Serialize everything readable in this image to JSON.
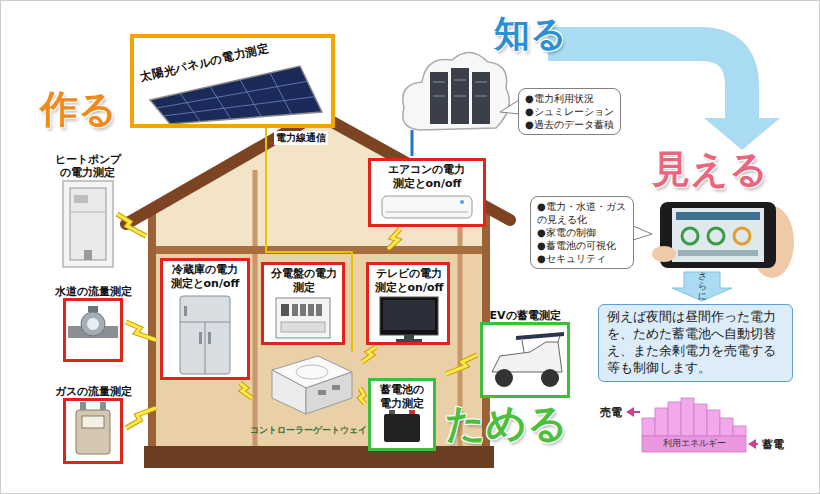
{
  "diagram": {
    "nodes": [
      {
        "text": [
          "太陽光パネルの電力測定"
        ]
      },
      {
        "text": [
          "●電力利用状況",
          "●シュミレーション",
          "●過去のデータ蓄積"
        ]
      },
      {
        "text": [
          "ヒートポンプ の電力測定"
        ]
      },
      {
        "text": [
          "エアコンの電力 測定とon/off"
        ]
      },
      {
        "text": [
          "●電力・水道・ガス の見える化",
          "●家電の制御",
          "●蓄電池の可視化",
          "●セキュリティ"
        ]
      },
      {
        "text": [
          "冷蔵庫の電力 測定とon/off"
        ]
      },
      {
        "text": [
          "分電盤の電力 測定"
        ]
      },
      {
        "text": [
          "テレビの電力 測定とon/off"
        ]
      },
      {
        "text": [
          "水道の流量測定"
        ]
      },
      {
        "text": [
          "例えば夜間は昼間作った電力 を、ためた蓄電池へ自動切替 え、また余剰電力を売電する 等も制御します。"
        ]
      },
      {
        "text": [
          "EVの蓄電測定"
        ]
      },
      {
        "text": [
          "コントローラーゲートウェイ"
        ]
      },
      {
        "text": [
          "蓄電池の 電力測定"
        ]
      },
      {
        "text": [
          "ガスの流量測定"
        ]
      }
    ],
    "edges": [
      {
        "from": 0,
        "to": 11,
        "label": "電力線通信",
        "arrow": "none"
      }
    ],
    "labels": [
      "作る",
      "知る",
      "見える",
      "さらに",
      "ためる",
      "売電",
      "利用エネルギー",
      "蓄電"
    ]
  }
}
